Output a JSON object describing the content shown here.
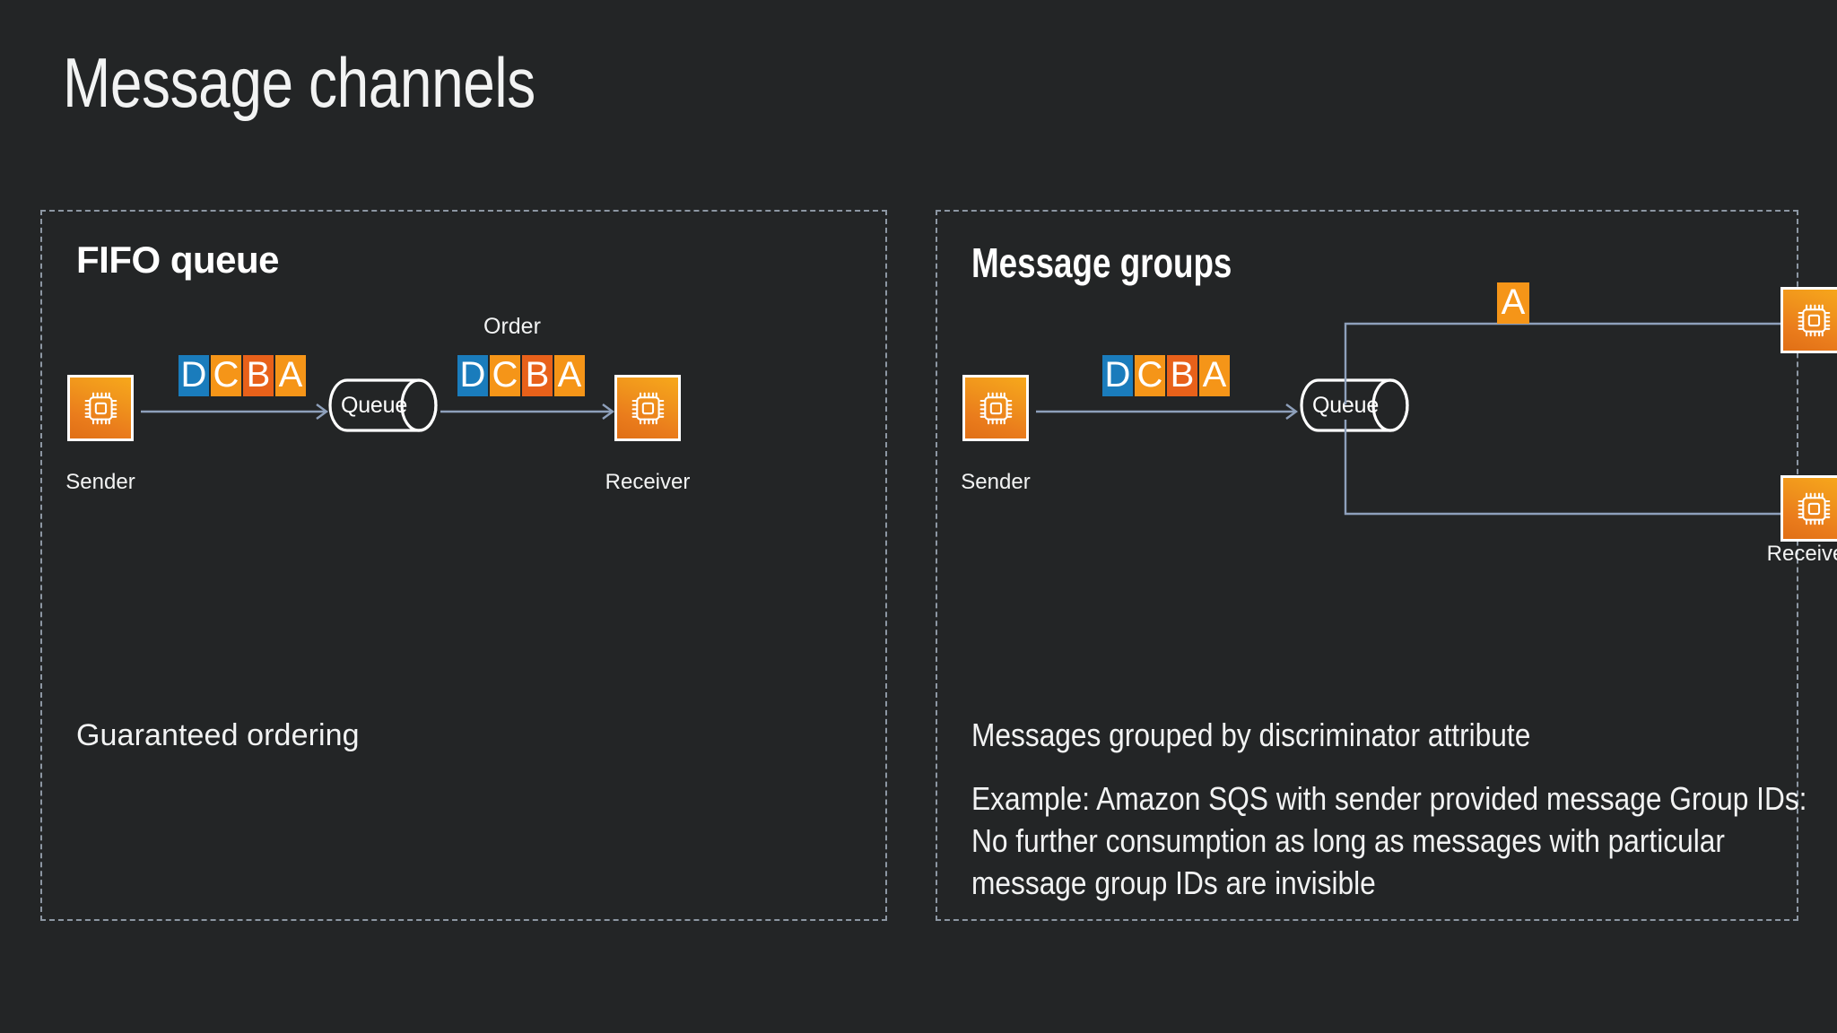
{
  "slide": {
    "title": "Message channels",
    "background_color": "#232526"
  },
  "colors": {
    "accent_orange": "#ea7c1c",
    "tile_blue": "#1a7cbc",
    "tile_amber": "#f59518",
    "tile_orange": "#e8611a",
    "connector": "#8ea0bb",
    "panel_border": "#8d97a3",
    "text": "#f2f3f3"
  },
  "panels": [
    {
      "id": "fifo",
      "title": "FIFO queue",
      "note": "Guaranteed ordering",
      "diagram": {
        "sender_label": "Sender",
        "receiver_label": "Receiver",
        "queue_label": "Queue",
        "order_label": "Order",
        "tiles_in": [
          {
            "letter": "D",
            "color": "#1a7cbc"
          },
          {
            "letter": "C",
            "color": "#f59518"
          },
          {
            "letter": "B",
            "color": "#e8611a"
          },
          {
            "letter": "A",
            "color": "#f59518"
          }
        ],
        "tiles_out": [
          {
            "letter": "D",
            "color": "#1a7cbc"
          },
          {
            "letter": "C",
            "color": "#f59518"
          },
          {
            "letter": "B",
            "color": "#e8611a"
          },
          {
            "letter": "A",
            "color": "#f59518"
          }
        ]
      }
    },
    {
      "id": "groups",
      "title": "Message groups",
      "note_1": "Messages grouped by discriminator attribute",
      "note_2": "Example: Amazon SQS with sender provided message Group IDs: No further consumption as long as messages with particular message group IDs are invisible",
      "diagram": {
        "sender_label": "Sender",
        "receivers_label": "Receivers",
        "queue_label": "Queue",
        "tiles_in": [
          {
            "letter": "D",
            "color": "#1a7cbc"
          },
          {
            "letter": "C",
            "color": "#f59518"
          },
          {
            "letter": "B",
            "color": "#e8611a"
          },
          {
            "letter": "A",
            "color": "#f59518"
          }
        ],
        "branch_tile": {
          "letter": "A",
          "color": "#f59518"
        }
      }
    }
  ],
  "icons": {
    "service": "chip-icon",
    "queue": "queue-cylinder-icon",
    "arrow": "arrow-right-icon"
  }
}
